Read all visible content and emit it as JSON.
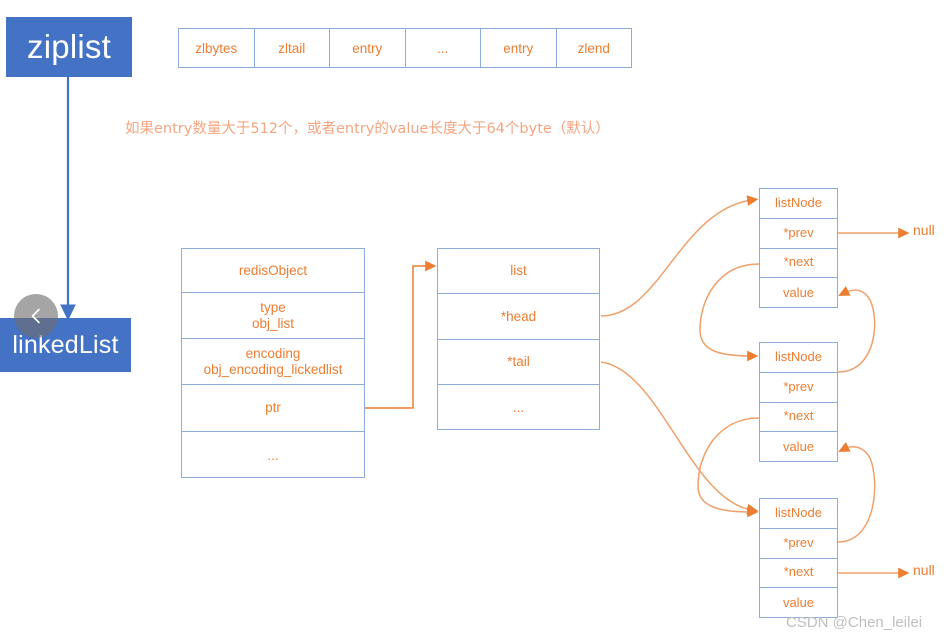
{
  "diagram": {
    "title_chips": {
      "ziplist": "ziplist",
      "linkedlist": "linkedList"
    },
    "note": "如果entry数量大于512个，或者entry的value长度大于64个byte（默认）",
    "watermark": "CSDN @Chen_leilei",
    "colors": {
      "chip_blue": "#4472C4",
      "box_border_blue": "#8FAADC",
      "text_orange": "#ED7D31",
      "note_orange": "#F4A582",
      "arrow_blue": "#4472C4",
      "watermark_gray": "#BFBFBF"
    },
    "ziplist_strip": {
      "cells": [
        "zlbytes",
        "zltail",
        "entry",
        "...",
        "entry",
        "zlend"
      ]
    },
    "redis_object": {
      "rows": [
        {
          "line1": "redisObject",
          "line2": ""
        },
        {
          "line1": "type",
          "line2": "obj_list"
        },
        {
          "line1": "encoding",
          "line2": "obj_encoding_lickedlist"
        },
        {
          "line1": "ptr",
          "line2": ""
        },
        {
          "line1": "...",
          "line2": ""
        }
      ]
    },
    "list_struct": {
      "rows": [
        "list",
        "*head",
        "*tail",
        "..."
      ]
    },
    "nodes": [
      {
        "name": "listNode",
        "prev": "*prev",
        "next": "*next",
        "value": "value"
      },
      {
        "name": "listNode",
        "prev": "*prev",
        "next": "*next",
        "value": "value"
      },
      {
        "name": "listNode",
        "prev": "*prev",
        "next": "*next",
        "value": "value"
      }
    ],
    "null_labels": {
      "top": "null",
      "bottom": "null"
    },
    "overlay": {
      "icon": "chevron-left-icon"
    }
  }
}
